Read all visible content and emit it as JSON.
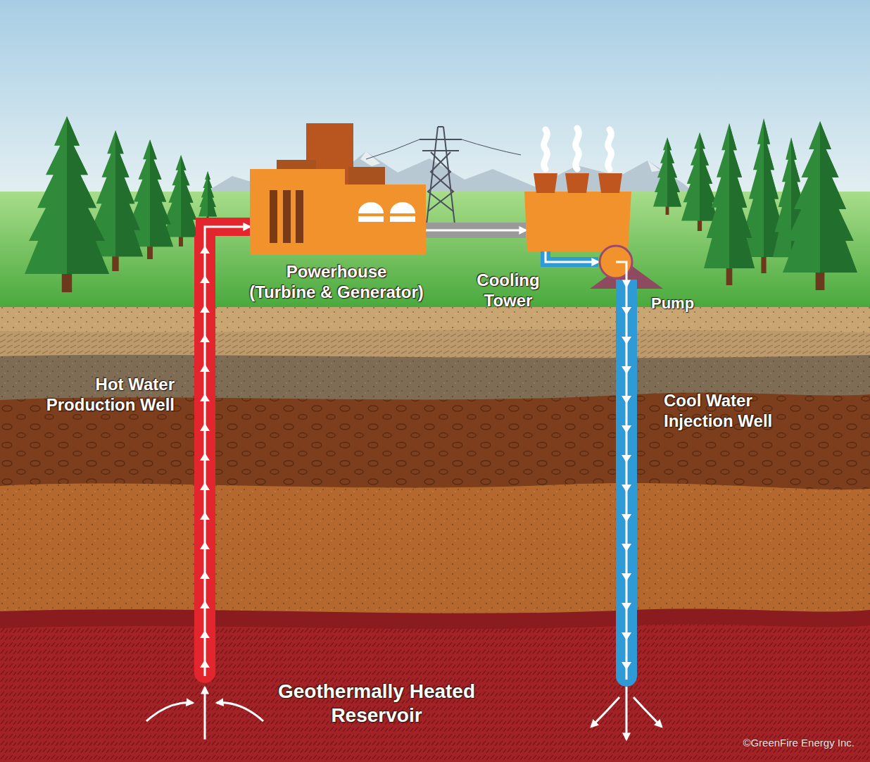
{
  "diagram": {
    "nodes": [
      {
        "text": [
          "Powerhouse (Turbine & Generator)"
        ]
      },
      {
        "text": [
          "Cooling Tower"
        ]
      },
      {
        "text": [
          "Pump"
        ]
      },
      {
        "text": [
          "Hot Water Production Well"
        ]
      },
      {
        "text": [
          "Cool Water Injection Well"
        ]
      },
      {
        "text": [
          "Geothermally Heated Reservoir"
        ]
      }
    ],
    "edges": [
      {
        "from": 3,
        "to": 0,
        "arrow": "to"
      },
      {
        "from": 0,
        "to": 1,
        "arrow": "to"
      },
      {
        "from": 1,
        "to": 2,
        "arrow": "to"
      },
      {
        "from": 2,
        "to": 4,
        "arrow": "to"
      },
      {
        "from": 4,
        "to": 5,
        "arrow": "to"
      },
      {
        "from": 5,
        "to": 3,
        "arrow": "to"
      }
    ],
    "labels": [
      "©GreenFire Energy Inc."
    ]
  }
}
